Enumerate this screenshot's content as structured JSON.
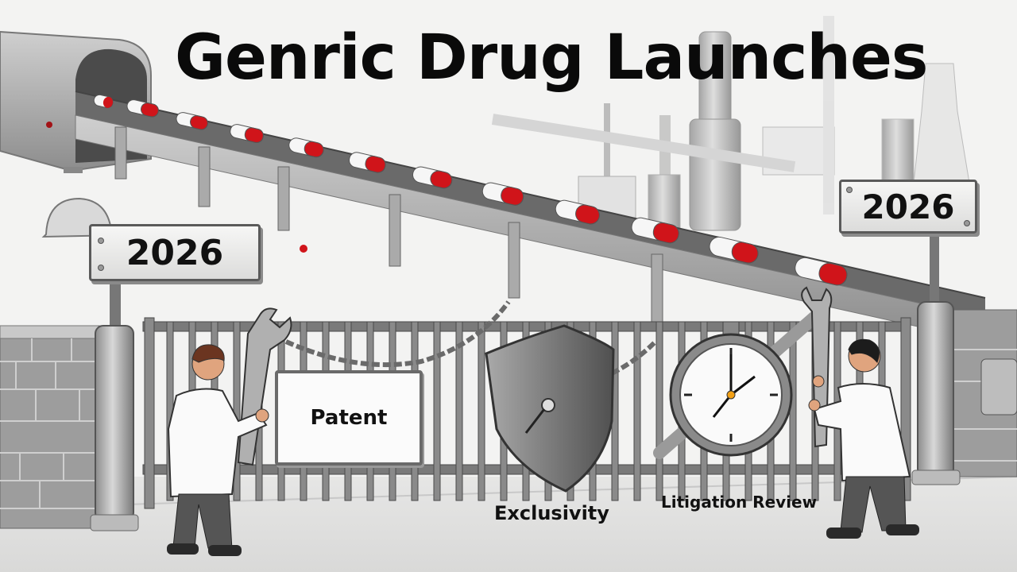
{
  "title": "Genric Drug Launches",
  "signs": {
    "left_year": "2026",
    "right_year": "2026"
  },
  "barriers": {
    "patent": "Patent",
    "exclusivity": "Exclusivity",
    "litigation": "Litigation Review"
  },
  "colors": {
    "background": "#f3f3f2",
    "metal": "#9a9a9a",
    "pill_red": "#d0141a",
    "pill_white": "#f5f5f5",
    "text": "#0a0a0a"
  },
  "scene": {
    "conveyor_pills": 12,
    "workers": 2,
    "clock_time": "1:00"
  }
}
